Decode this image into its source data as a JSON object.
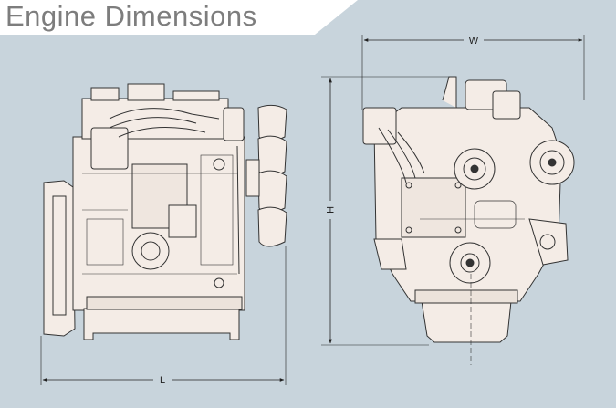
{
  "header": {
    "title": "Engine Dimensions"
  },
  "dimensions": {
    "width_label": "W",
    "height_label": "H",
    "length_label": "L"
  },
  "colors": {
    "background": "#c8d4dc",
    "title_tab": "#ffffff",
    "title_text": "#7d7d7d",
    "engine_fill": "#f4ece6",
    "line": "#333333"
  }
}
